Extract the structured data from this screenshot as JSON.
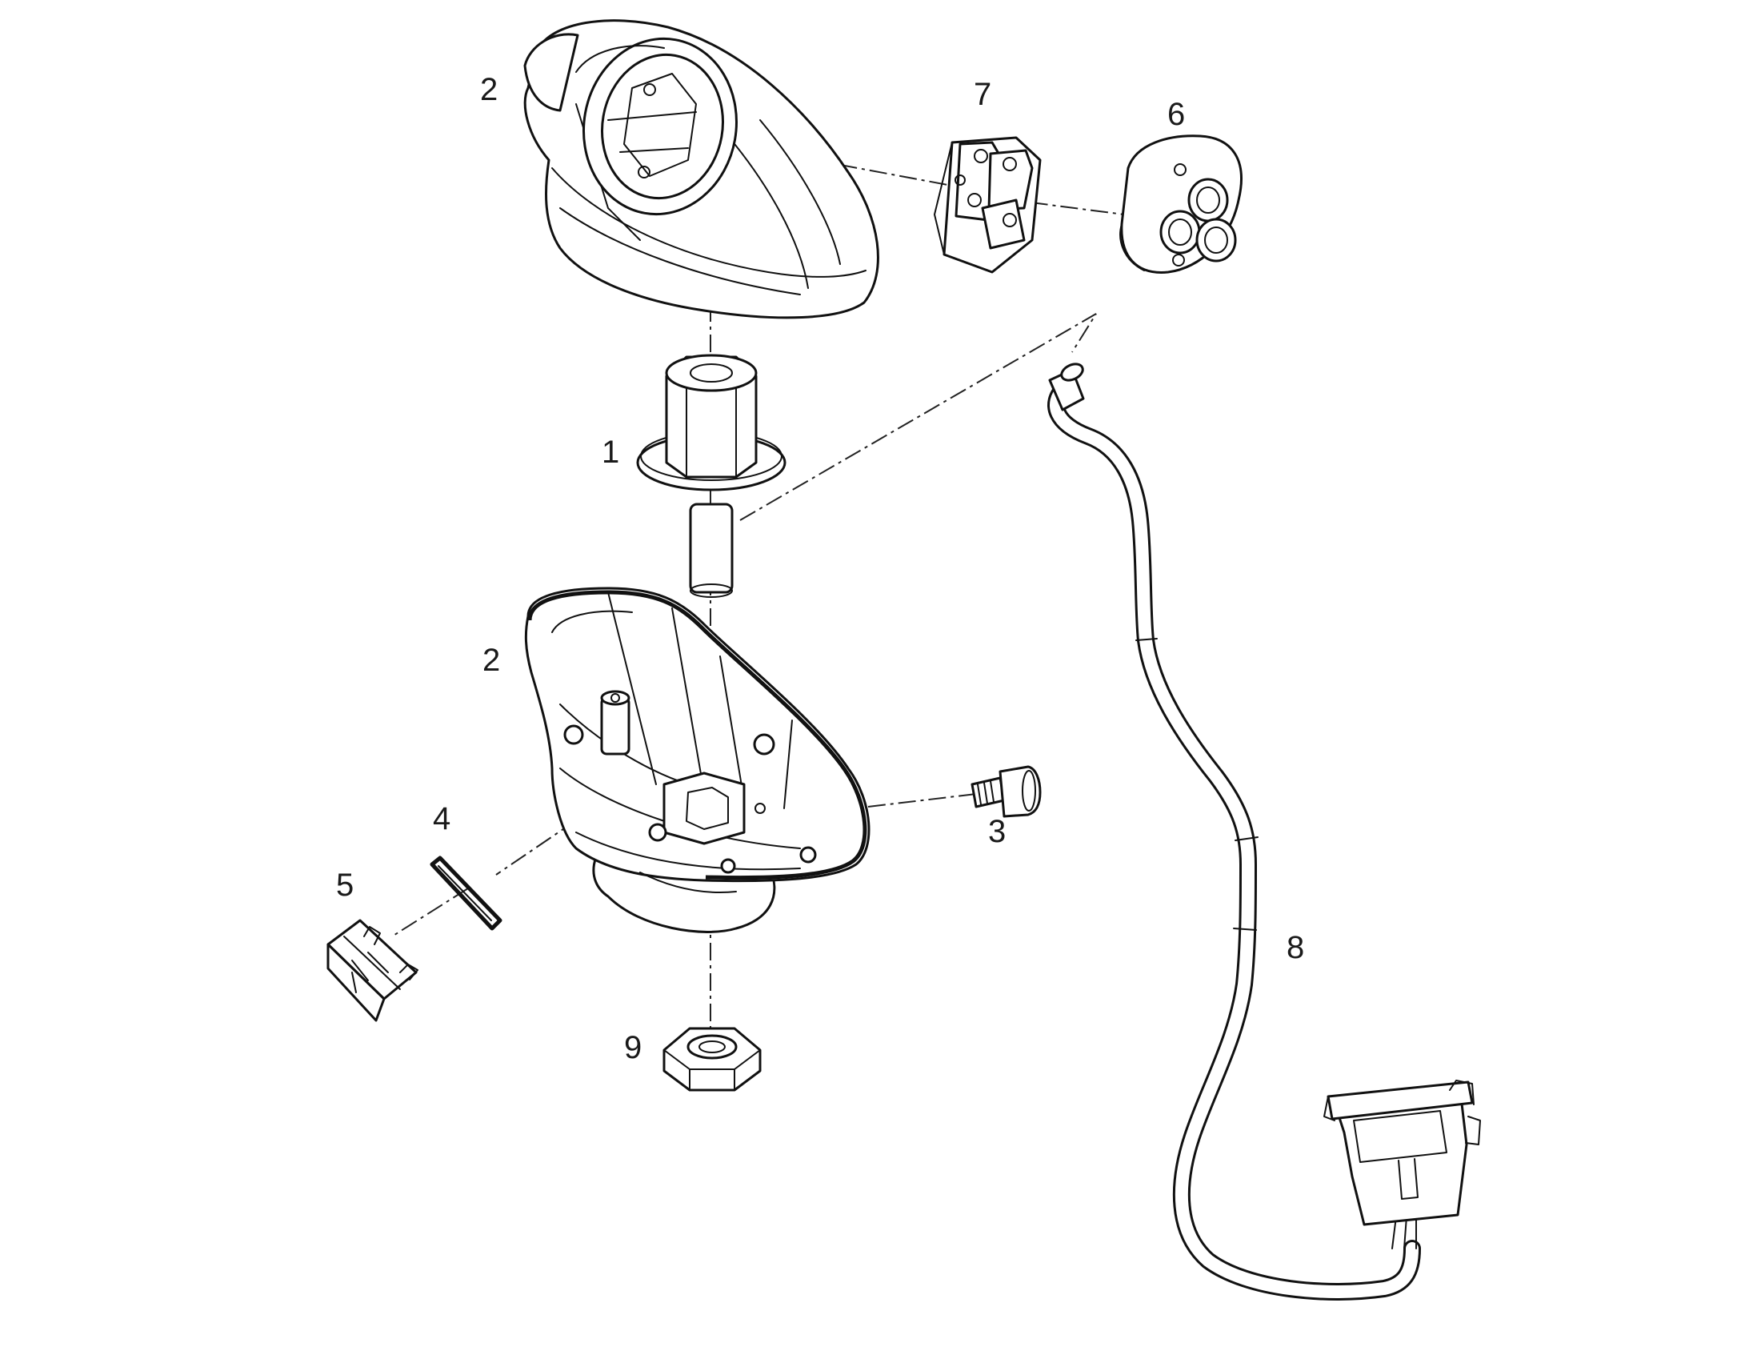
{
  "diagram": {
    "callouts": [
      {
        "id": "upper-housing",
        "text": "2"
      },
      {
        "id": "switch-block",
        "text": "7"
      },
      {
        "id": "button-pad",
        "text": "6"
      },
      {
        "id": "hex-shaft",
        "text": "1"
      },
      {
        "id": "lower-housing",
        "text": "2"
      },
      {
        "id": "screw",
        "text": "3"
      },
      {
        "id": "gasket",
        "text": "4"
      },
      {
        "id": "clip",
        "text": "5"
      },
      {
        "id": "cable",
        "text": "8"
      },
      {
        "id": "nut",
        "text": "9"
      }
    ]
  }
}
